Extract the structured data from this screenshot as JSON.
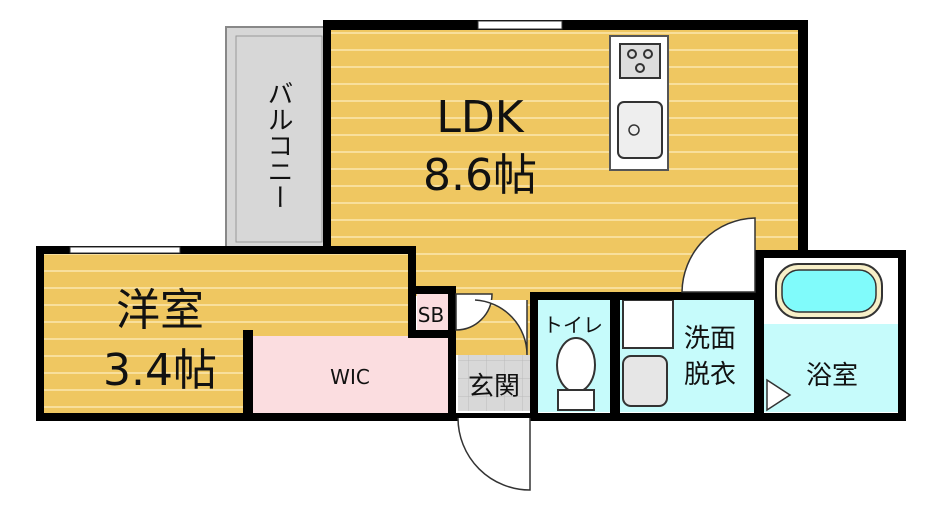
{
  "rooms": {
    "ldk": {
      "name": "LDK",
      "size": "8.6帖"
    },
    "western": {
      "name": "洋室",
      "size": "3.4帖"
    },
    "balcony": {
      "name": "バルコニー"
    },
    "wic": {
      "name": "WIC"
    },
    "sb": {
      "name": "SB"
    },
    "entrance": {
      "name": "玄関"
    },
    "toilet": {
      "name": "トイレ"
    },
    "washroom": {
      "line1": "洗面",
      "line2": "脱衣"
    },
    "bath": {
      "name": "浴室"
    }
  },
  "colors": {
    "wood": "#efc761",
    "wood_stripe": "#f8df9c",
    "pink": "#fbdde0",
    "water": "#c6fbfb",
    "tub": "#80fbfb",
    "tile": "#d8d8d8",
    "wall": "#000000"
  }
}
